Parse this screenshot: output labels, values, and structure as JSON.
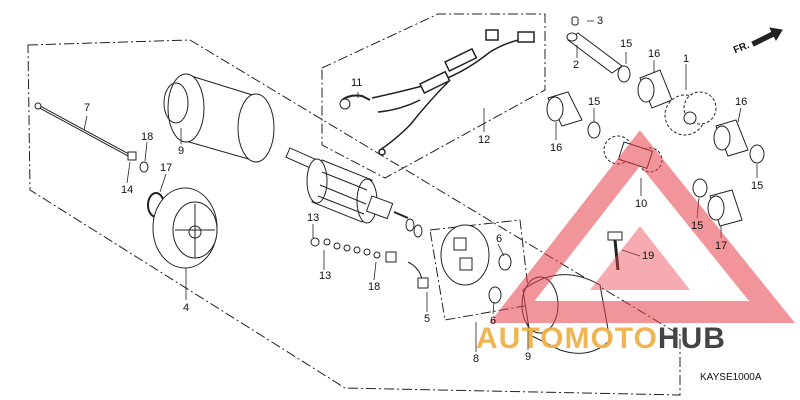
{
  "diagram": {
    "code": "KAYSE1000A",
    "direction_label": "FR."
  },
  "callouts": [
    {
      "id": "c1",
      "text": "1"
    },
    {
      "id": "c2",
      "text": "2"
    },
    {
      "id": "c3",
      "text": "3"
    },
    {
      "id": "c4",
      "text": "4"
    },
    {
      "id": "c5",
      "text": "5"
    },
    {
      "id": "c6a",
      "text": "6"
    },
    {
      "id": "c6b",
      "text": "6"
    },
    {
      "id": "c7",
      "text": "7"
    },
    {
      "id": "c8",
      "text": "8"
    },
    {
      "id": "c9a",
      "text": "9"
    },
    {
      "id": "c9b",
      "text": "9"
    },
    {
      "id": "c10",
      "text": "10"
    },
    {
      "id": "c11",
      "text": "11"
    },
    {
      "id": "c12",
      "text": "12"
    },
    {
      "id": "c13a",
      "text": "13"
    },
    {
      "id": "c13b",
      "text": "13"
    },
    {
      "id": "c14",
      "text": "14"
    },
    {
      "id": "c15a",
      "text": "15"
    },
    {
      "id": "c15b",
      "text": "15"
    },
    {
      "id": "c15c",
      "text": "15"
    },
    {
      "id": "c15d",
      "text": "15"
    },
    {
      "id": "c16a",
      "text": "16"
    },
    {
      "id": "c16b",
      "text": "16"
    },
    {
      "id": "c16c",
      "text": "16"
    },
    {
      "id": "c17a",
      "text": "17"
    },
    {
      "id": "c17b",
      "text": "17"
    },
    {
      "id": "c18a",
      "text": "18"
    },
    {
      "id": "c18b",
      "text": "18"
    },
    {
      "id": "c19",
      "text": "19"
    }
  ],
  "watermark": {
    "text_main": "AUTOMOTO",
    "text_accent": "HUB",
    "color_red": "#e8404a",
    "color_orange": "#f0b24a",
    "color_dark": "#3a3a3a"
  }
}
